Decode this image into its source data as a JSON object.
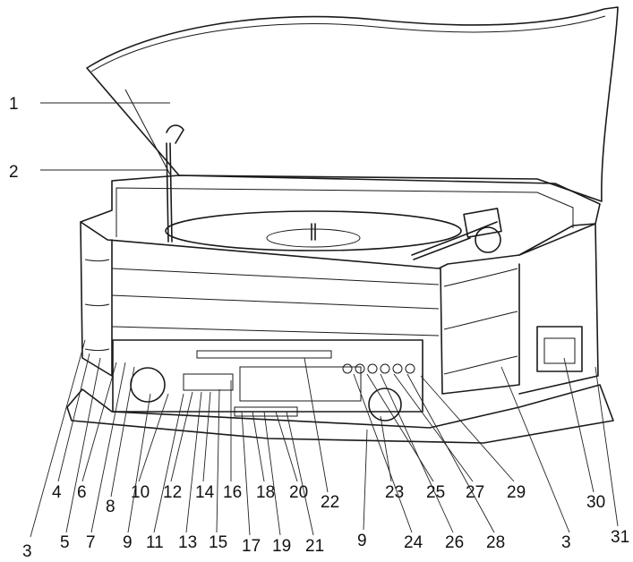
{
  "diagram": {
    "callouts": [
      "1",
      "2",
      "3",
      "4",
      "5",
      "6",
      "7",
      "8",
      "9",
      "10",
      "11",
      "12",
      "13",
      "14",
      "15",
      "16",
      "17",
      "18",
      "19",
      "20",
      "21",
      "22",
      "23",
      "24",
      "25",
      "26",
      "27",
      "28",
      "29",
      "30",
      "31",
      "3",
      "9"
    ]
  }
}
